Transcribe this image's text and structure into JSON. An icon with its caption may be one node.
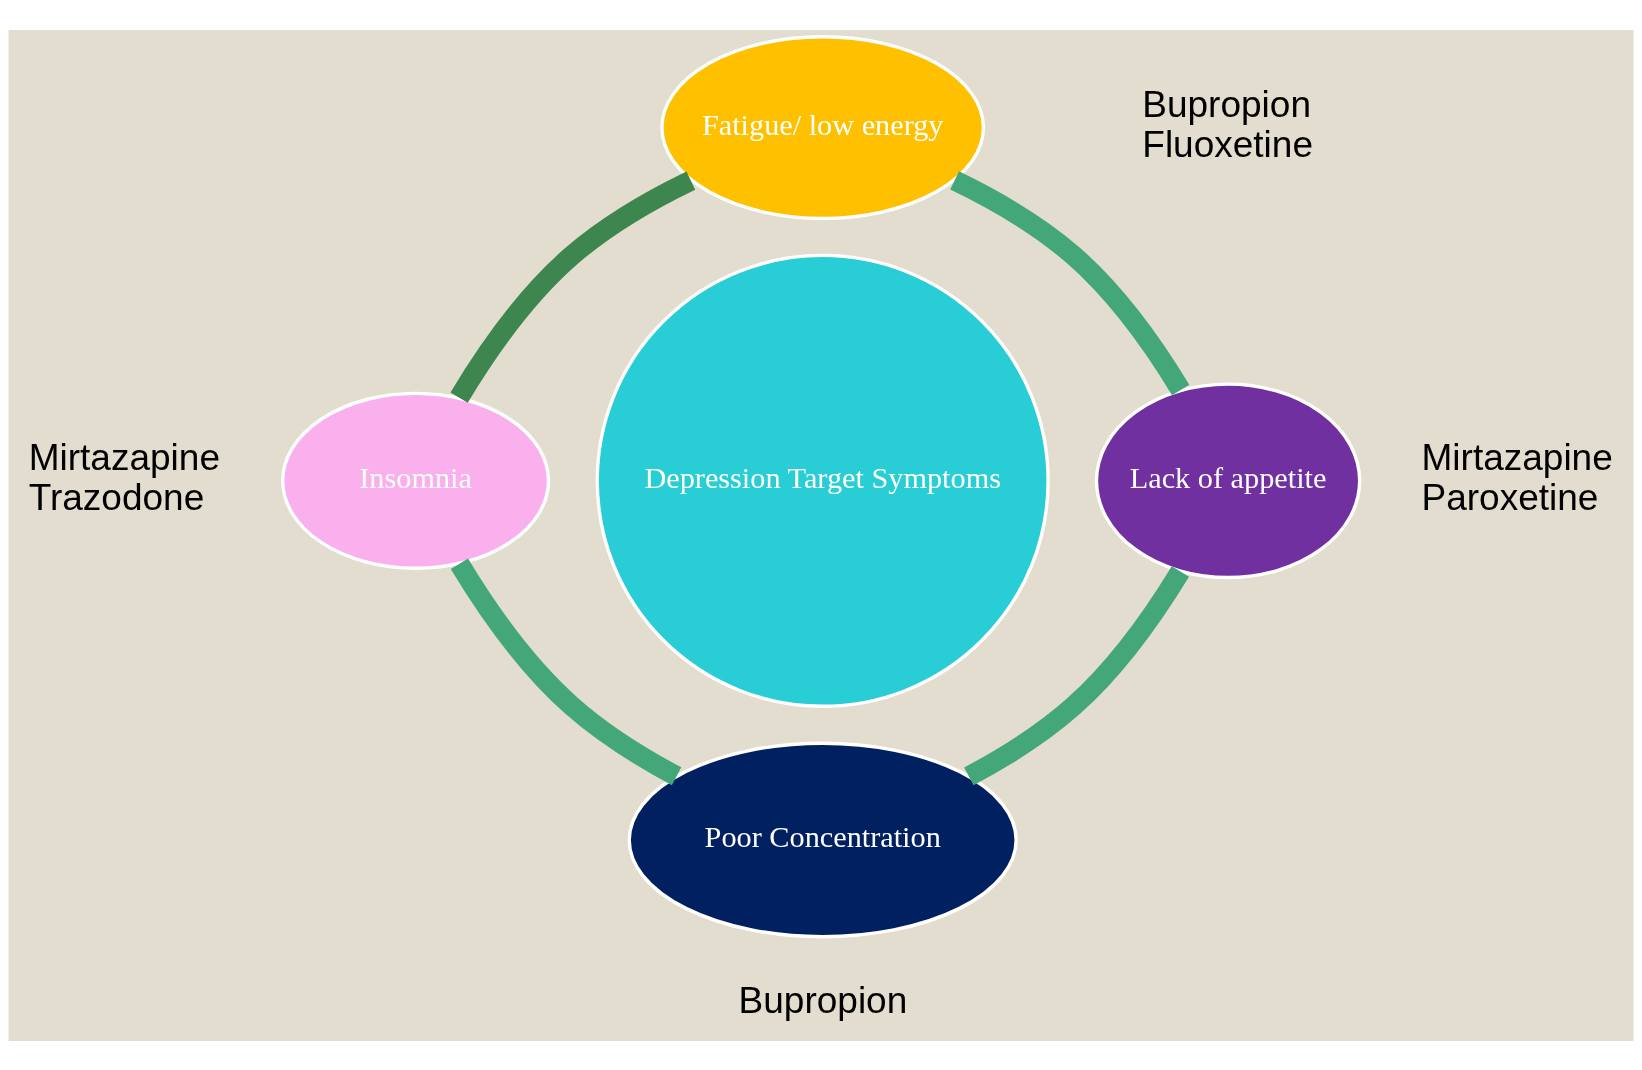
{
  "diagram": {
    "nodes": [
      {
        "text": [
          "Depression Target Symptoms"
        ]
      },
      {
        "text": [
          "Fatigue/ low energy"
        ],
        "beside": [
          "Bupropion",
          "Fluoxetine"
        ]
      },
      {
        "text": [
          "Insomnia"
        ],
        "beside": [
          "Mirtazapine",
          "Trazodone"
        ]
      },
      {
        "text": [
          "Lack of appetite"
        ],
        "beside": [
          "Mirtazapine",
          "Paroxetine"
        ]
      },
      {
        "text": [
          "Poor Concentration"
        ],
        "beside": [
          "Bupropion"
        ]
      }
    ],
    "edges": [
      {
        "from": 1,
        "to": 3,
        "arrow": "none"
      },
      {
        "from": 3,
        "to": 4,
        "arrow": "none"
      },
      {
        "from": 4,
        "to": 2,
        "arrow": "none"
      },
      {
        "from": 2,
        "to": 1,
        "arrow": "none",
        "color": "#3e8650"
      }
    ]
  }
}
